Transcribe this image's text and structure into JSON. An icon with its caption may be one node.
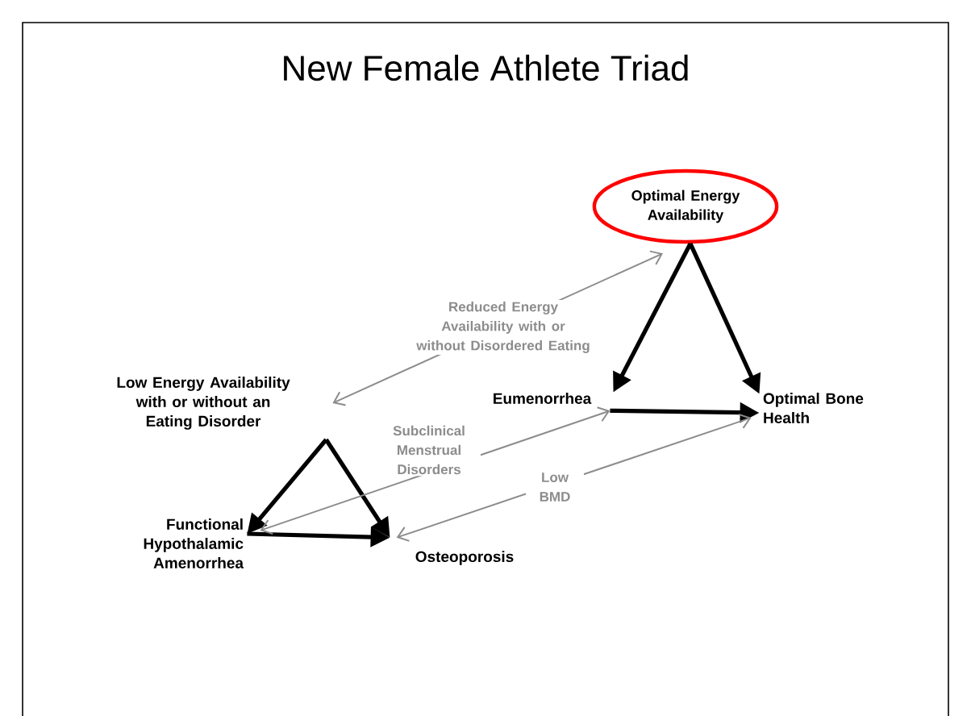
{
  "diagram": {
    "title": "New Female Athlete Triad",
    "nodes": [
      {
        "text": [
          "Optimal Energy Availability"
        ]
      },
      {
        "text": [
          "Eumenorrhea"
        ]
      },
      {
        "text": [
          "Optimal Bone Health"
        ]
      },
      {
        "text": [
          "Low Energy Availability with or without an Eating Disorder"
        ]
      },
      {
        "text": [
          "Functional Hypothalamic Amenorrhea"
        ]
      },
      {
        "text": [
          "Osteoporosis"
        ]
      }
    ],
    "edges": [
      {
        "from": 0,
        "to": 1,
        "arrow": "to"
      },
      {
        "from": 0,
        "to": 2,
        "arrow": "to"
      },
      {
        "from": 1,
        "to": 2,
        "arrow": "to"
      },
      {
        "from": 3,
        "to": 4,
        "arrow": "to"
      },
      {
        "from": 3,
        "to": 5,
        "arrow": "to"
      },
      {
        "from": 4,
        "to": 5,
        "arrow": "to"
      },
      {
        "from": 3,
        "to": 0,
        "arrow": "both",
        "color": "#8c8c8c",
        "label": "Reduced Energy Availability with or without Disordered Eating"
      },
      {
        "from": 4,
        "to": 1,
        "arrow": "both",
        "color": "#8c8c8c",
        "label": "Subclinical Menstrual Disorders"
      },
      {
        "from": 5,
        "to": 2,
        "arrow": "both",
        "color": "#8c8c8c",
        "label": "Low BMD"
      }
    ]
  }
}
